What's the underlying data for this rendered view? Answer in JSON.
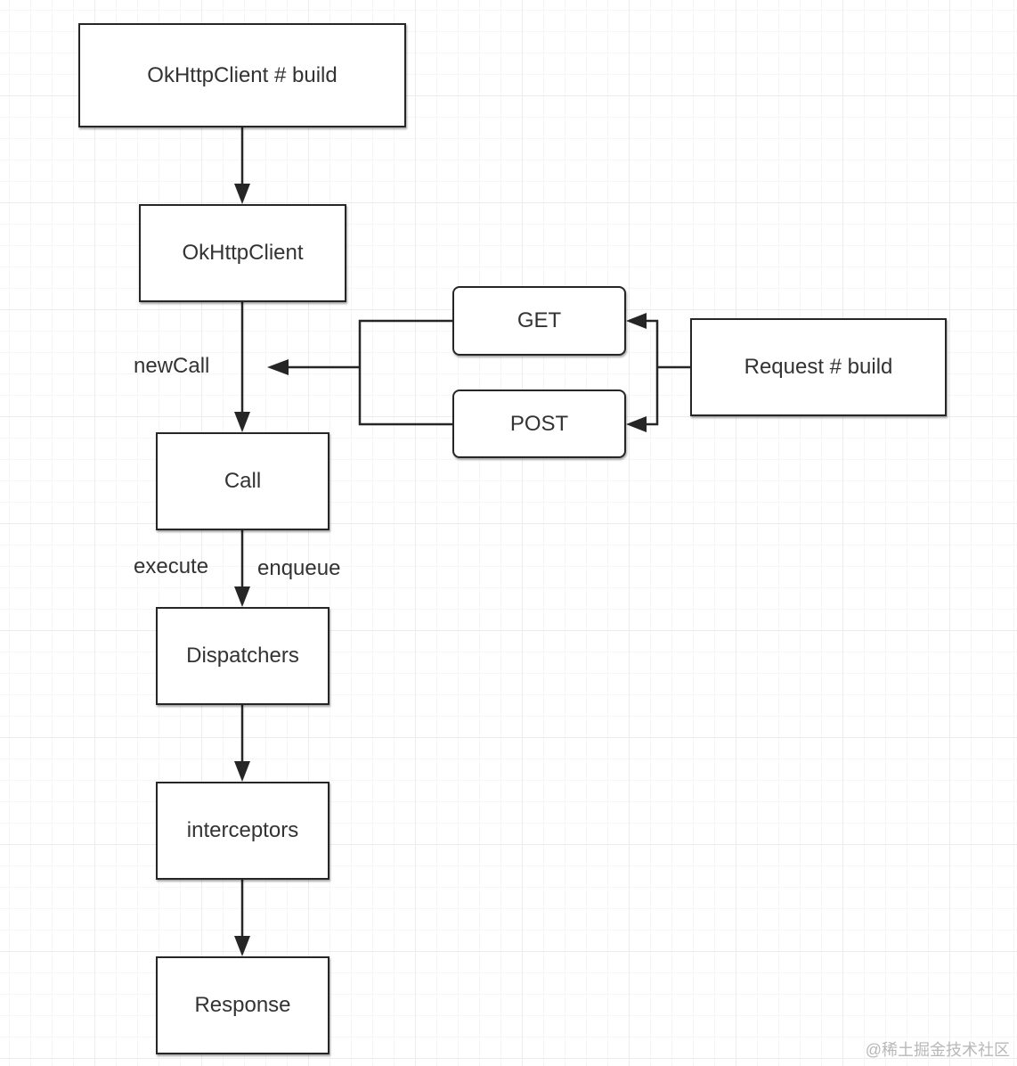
{
  "nodes": {
    "okhttpclient_build": "OkHttpClient # build",
    "okhttpclient": "OkHttpClient",
    "get": "GET",
    "post": "POST",
    "request_build": "Request # build",
    "call": "Call",
    "dispatchers": "Dispatchers",
    "interceptors": "interceptors",
    "response": "Response"
  },
  "edge_labels": {
    "new_call": "newCall",
    "execute": "execute",
    "enqueue": "enqueue"
  },
  "watermark": "@稀土掘金技术社区",
  "colors": {
    "line": "#262626",
    "text": "#333333",
    "grid": "#ececec"
  }
}
